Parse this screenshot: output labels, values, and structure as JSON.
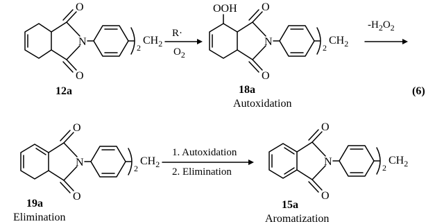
{
  "equation_number": "(6)",
  "atoms": {
    "oxygen": "O",
    "nitrogen": "N"
  },
  "repeat_subscript": "2",
  "ch2": {
    "main": "CH",
    "sub": "2"
  },
  "hydroperoxide": "OOH",
  "compounds": [
    {
      "id": "12a",
      "label": "12a",
      "caption": ""
    },
    {
      "id": "18a",
      "label": "18a",
      "caption": "Autoxidation"
    },
    {
      "id": "19a",
      "label": "19a",
      "caption": "Elimination"
    },
    {
      "id": "15a",
      "label": "15a",
      "caption": "Aromatization"
    }
  ],
  "arrows": [
    {
      "id": "arrow1",
      "above": "R·",
      "below": "O2"
    },
    {
      "id": "arrow2",
      "above": "-H2O2",
      "below": ""
    },
    {
      "id": "arrow3",
      "above": "1. Autoxidation",
      "below": "2. Elimination"
    }
  ],
  "arrow2_parts": {
    "minus_h": "-H",
    "sub2a": "2",
    "o": "O",
    "sub2b": "2"
  },
  "arrow1_parts": {
    "radical": "R·",
    "o": "O",
    "sub2": "2"
  }
}
